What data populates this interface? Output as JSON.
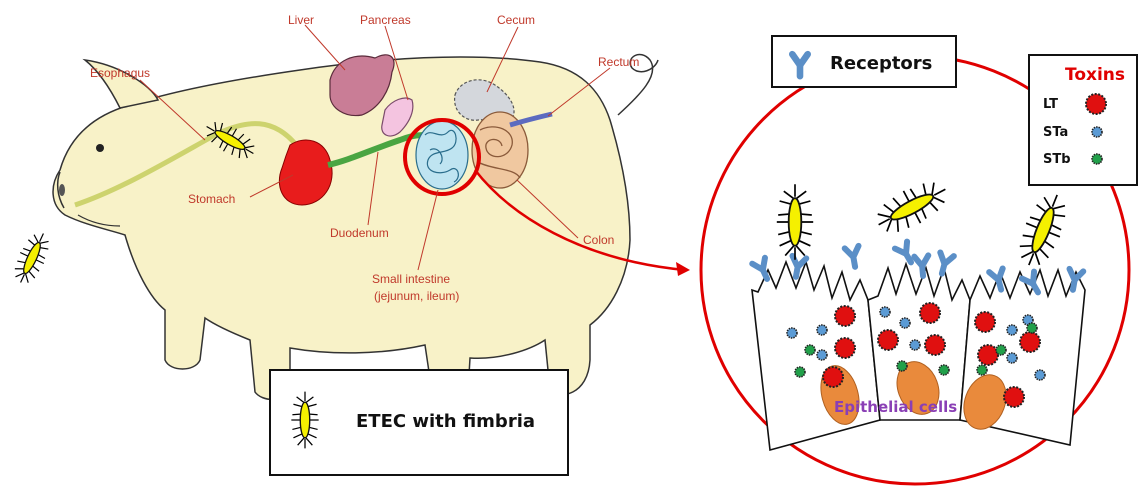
{
  "organs": {
    "liver": "Liver",
    "pancreas": "Pancreas",
    "cecum": "Cecum",
    "rectum": "Rectum",
    "esophagus": "Esophagus",
    "stomach": "Stomach",
    "duodenum": "Duodenum",
    "small_intestine_line1": "Small intestine",
    "small_intestine_line2": "(jejunum, ileum)",
    "colon": "Colon"
  },
  "legend": {
    "etec_label": "ETEC with fimbria"
  },
  "receptors": {
    "label": "Receptors"
  },
  "toxins": {
    "title": "Toxins",
    "items": [
      {
        "label": "LT",
        "color": "#e01010"
      },
      {
        "label": "STa",
        "color": "#5b9bd5"
      },
      {
        "label": "STb",
        "color": "#21a04a"
      }
    ]
  },
  "cells": {
    "label": "Epithelial cells"
  },
  "colors": {
    "pig_fill": "#f8f2c8",
    "label_color": "#c0392b",
    "highlight": "#e00000",
    "receptor": "#5b8fc7",
    "nucleus": "#e98a3c"
  }
}
